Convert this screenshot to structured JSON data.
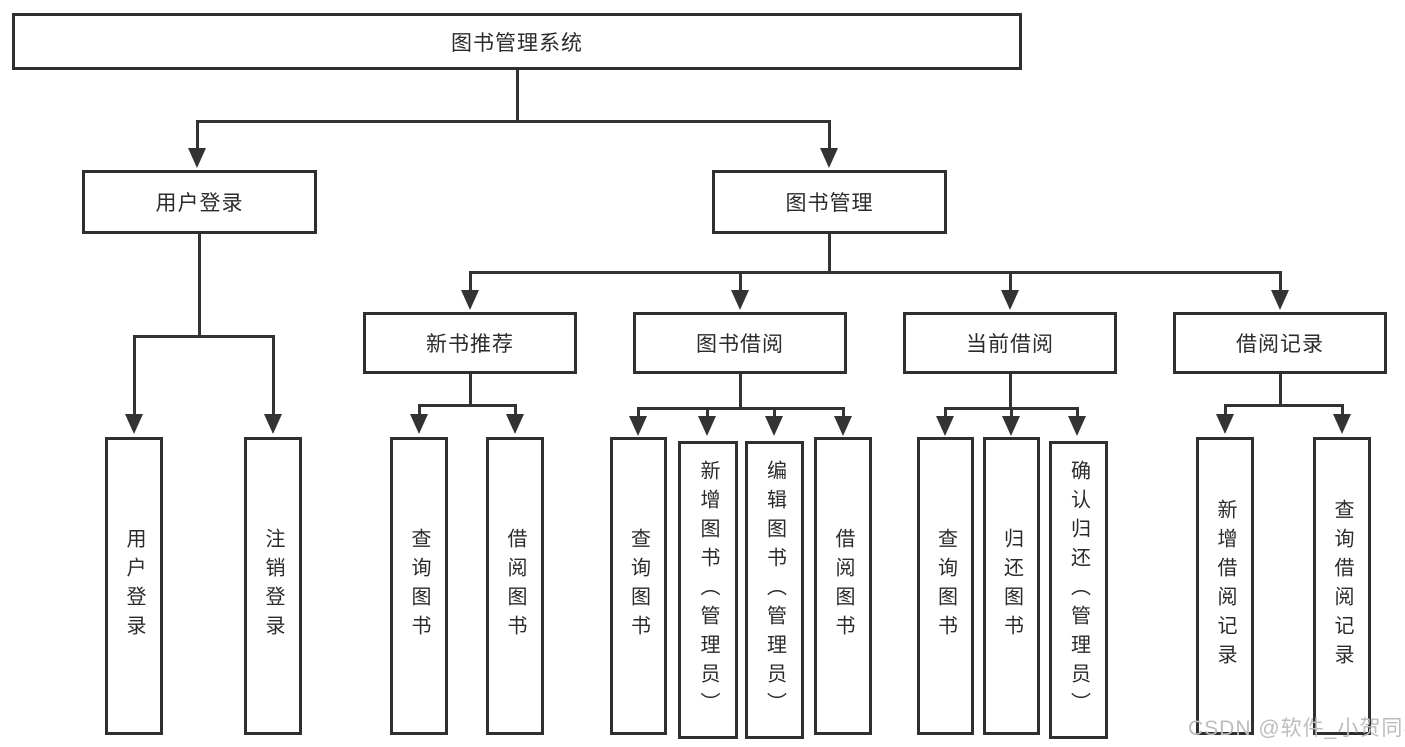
{
  "nodes": {
    "root": "图书管理系统",
    "user_login": "用户登录",
    "book_management": "图书管理",
    "new_book_recommend": "新书推荐",
    "book_borrow": "图书借阅",
    "current_borrow": "当前借阅",
    "borrow_records": "借阅记录",
    "leaf_user_login": "用户登录",
    "leaf_logout": "注销登录",
    "nb_query_books": "查询图书",
    "nb_borrow_books": "借阅图书",
    "bb_query_books": "查询图书",
    "bb_add_books": "新增图书（管理员）",
    "bb_edit_books": "编辑图书（管理员）",
    "bb_borrow_books": "借阅图书",
    "cb_query_books": "查询图书",
    "cb_return_books": "归还图书",
    "cb_confirm_return": "确认归还（管理员）",
    "br_add_record": "新增借阅记录",
    "br_query_record": "查询借阅记录"
  },
  "structure": {
    "图书管理系统": {
      "用户登录": [
        "用户登录",
        "注销登录"
      ],
      "图书管理": {
        "新书推荐": [
          "查询图书",
          "借阅图书"
        ],
        "图书借阅": [
          "查询图书",
          "新增图书（管理员）",
          "编辑图书（管理员）",
          "借阅图书"
        ],
        "当前借阅": [
          "查询图书",
          "归还图书",
          "确认归还（管理员）"
        ],
        "借阅记录": [
          "新增借阅记录",
          "查询借阅记录"
        ]
      }
    }
  },
  "watermark": {
    "text": "CSDN @软件_小贺同学",
    "color": "#bdbdbd"
  },
  "colors": {
    "line": "#333333",
    "border": "#2f2f2f",
    "text": "#2b2b2b",
    "background": "#ffffff"
  }
}
